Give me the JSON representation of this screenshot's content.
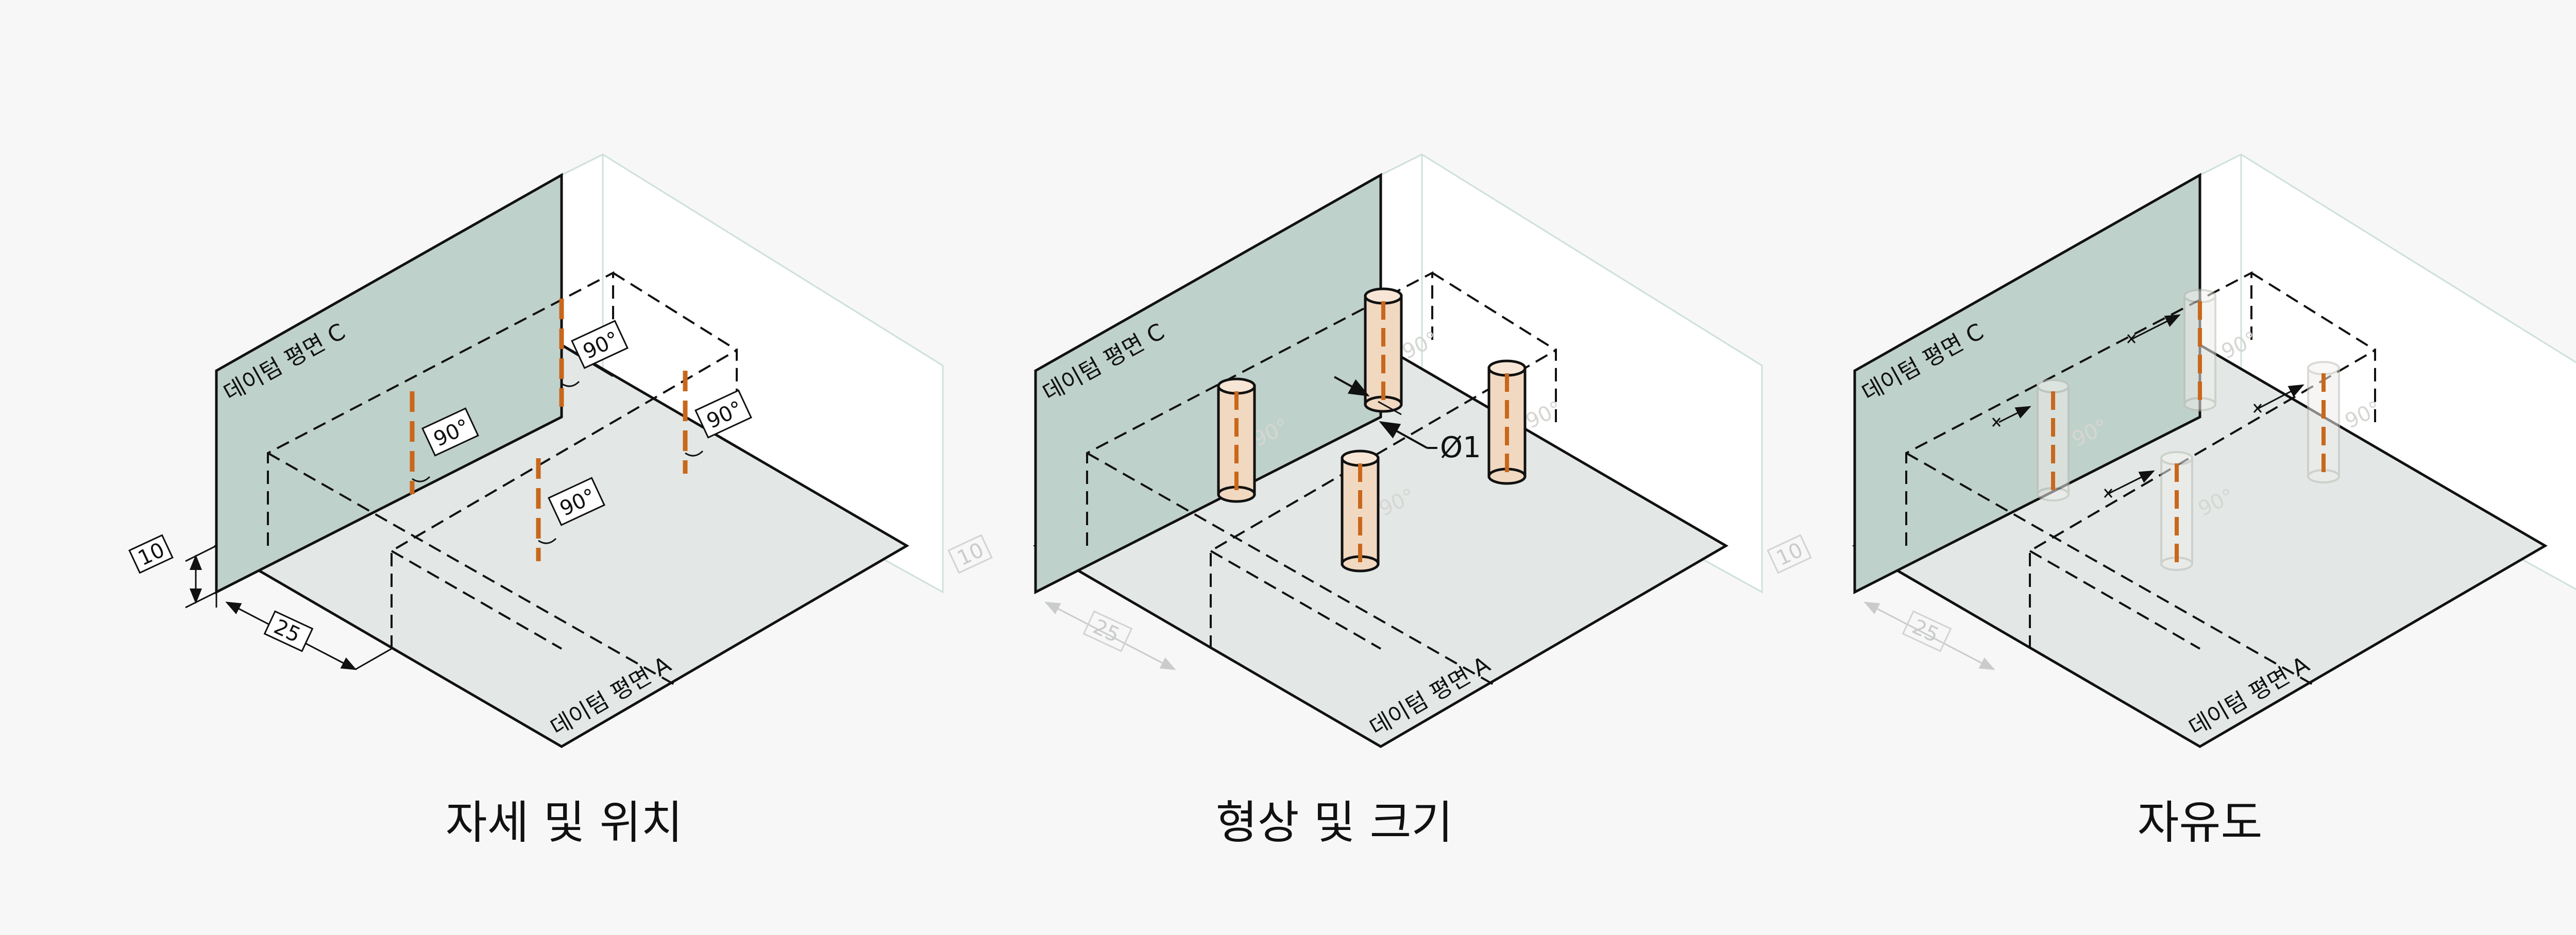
{
  "colors": {
    "background": "#f7f7f7",
    "datum_plane_a": "#e3e8e6",
    "datum_plane_c": "#bfd1cb",
    "datum_plane_b_outline": "#cfe0dc",
    "feature_axis": "#c9671b",
    "cylinder_fill": "#f1d8c1",
    "line": "#111111"
  },
  "panels": [
    {
      "caption": "자세 및 위치",
      "datum_a_label": "데이텀 평면 A",
      "datum_c_label": "데이텀 평면 C",
      "dim_height": "10",
      "dim_offset": "25",
      "angle_label": "90°"
    },
    {
      "caption": "형상 및 크기",
      "datum_a_label": "데이텀 평면 A",
      "datum_c_label": "데이텀 평면 C",
      "dim_height": "10",
      "dim_offset": "25",
      "angle_label": "90°",
      "diameter_label": "Ø1"
    },
    {
      "caption": "자유도",
      "datum_a_label": "데이텀 평면 A",
      "datum_c_label": "데이텀 평면 C",
      "dim_height": "10",
      "dim_offset": "25",
      "angle_label": "90°"
    }
  ]
}
